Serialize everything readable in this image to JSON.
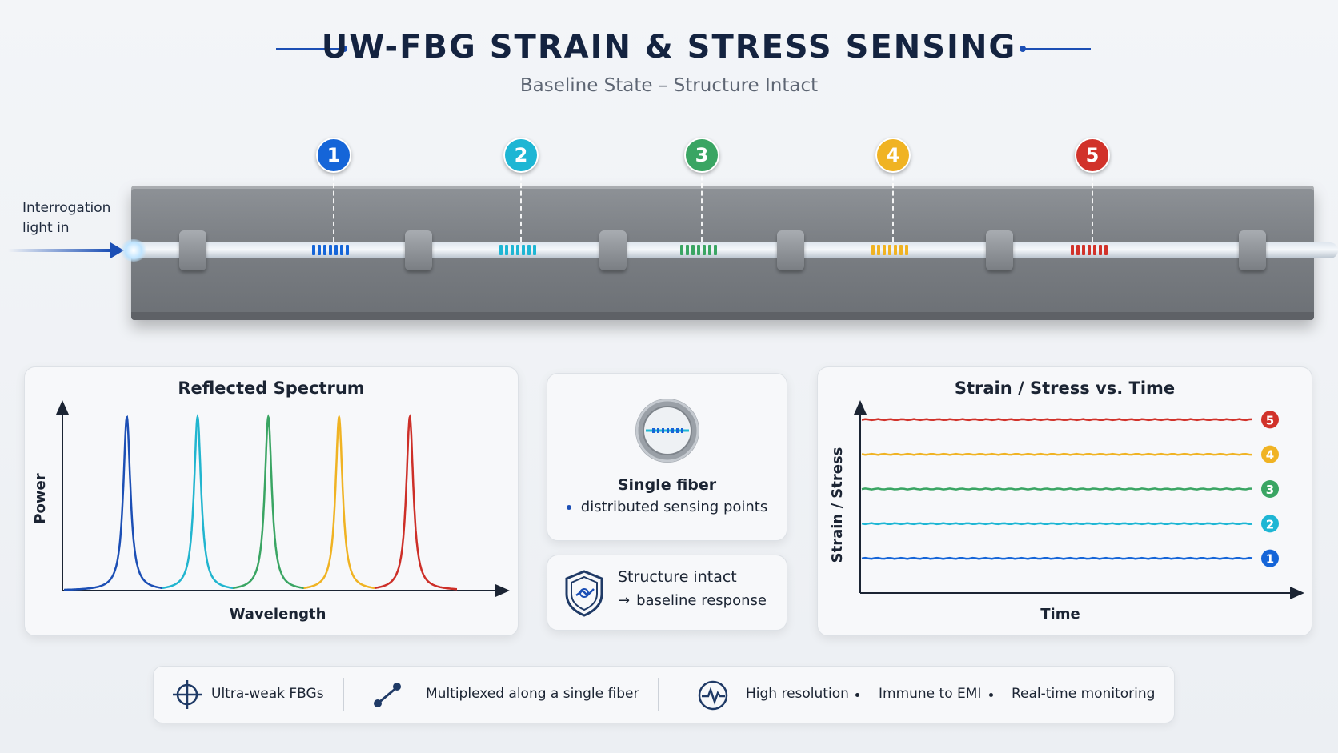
{
  "header": {
    "title": "UW-FBG STRAIN & STRESS SENSING",
    "subtitle": "Baseline State – Structure Intact"
  },
  "input": {
    "label_line1": "Interrogation",
    "label_line2": "light in"
  },
  "sensors": [
    {
      "number": "1",
      "color": "#1565d8"
    },
    {
      "number": "2",
      "color": "#1eb6d4"
    },
    {
      "number": "3",
      "color": "#3aa563"
    },
    {
      "number": "4",
      "color": "#f0b323"
    },
    {
      "number": "5",
      "color": "#d1322a"
    }
  ],
  "spectrum_panel": {
    "title": "Reflected Spectrum",
    "xlabel": "Wavelength",
    "ylabel": "Power"
  },
  "strain_panel": {
    "title": "Strain / Stress vs. Time",
    "xlabel": "Time",
    "ylabel": "Strain / Stress"
  },
  "fiber_card": {
    "title": "Single fiber",
    "subtitle": "distributed sensing points"
  },
  "status_card": {
    "line1": "Structure intact",
    "line2": "baseline response",
    "arrow": "→"
  },
  "features": {
    "item1": "Ultra-weak FBGs",
    "item2": "Multiplexed along a single fiber",
    "item3": "High resolution",
    "item4": "Immune to EMI",
    "item5": "Real-time monitoring"
  },
  "chart_data": [
    {
      "type": "line",
      "title": "Reflected Spectrum",
      "xlabel": "Wavelength",
      "ylabel": "Power",
      "grid": false,
      "x_range": [
        0,
        100
      ],
      "y_range": [
        0,
        1
      ],
      "series": [
        {
          "name": "1",
          "color": "#1c4fb5",
          "peak_center": 16,
          "peak_height": 1.0,
          "peak_width": 1.1
        },
        {
          "name": "2",
          "color": "#21b5cf",
          "peak_center": 34,
          "peak_height": 1.0,
          "peak_width": 1.1
        },
        {
          "name": "3",
          "color": "#3aa563",
          "peak_center": 52,
          "peak_height": 1.0,
          "peak_width": 1.1
        },
        {
          "name": "4",
          "color": "#f0b323",
          "peak_center": 70,
          "peak_height": 1.0,
          "peak_width": 1.1
        },
        {
          "name": "5",
          "color": "#cd2f28",
          "peak_center": 88,
          "peak_height": 1.0,
          "peak_width": 1.1
        }
      ]
    },
    {
      "type": "line",
      "title": "Strain / Stress vs. Time",
      "xlabel": "Time",
      "ylabel": "Strain / Stress",
      "grid": false,
      "x_range": [
        0,
        100
      ],
      "y_range": [
        0,
        6
      ],
      "series": [
        {
          "name": "1",
          "color": "#1565d8",
          "level": 1
        },
        {
          "name": "2",
          "color": "#1eb6d4",
          "level": 2
        },
        {
          "name": "3",
          "color": "#3aa563",
          "level": 3
        },
        {
          "name": "4",
          "color": "#f0b323",
          "level": 4
        },
        {
          "name": "5",
          "color": "#d1322a",
          "level": 5
        }
      ]
    }
  ]
}
